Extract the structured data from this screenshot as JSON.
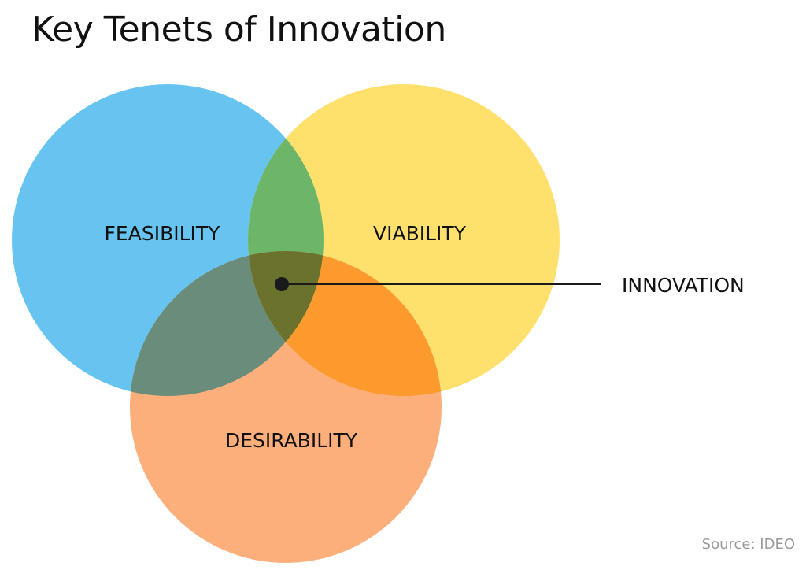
{
  "title": "Key Tenets of Innovation",
  "source": "Source: IDEO",
  "sets": {
    "feasibility": {
      "label": "FEASIBILITY",
      "color": "#67C4F0"
    },
    "viability": {
      "label": "VIABILITY",
      "color": "#FDE16C"
    },
    "desirability": {
      "label": "DESIRABILITY",
      "color": "#FCAF7B"
    }
  },
  "overlap_colors": {
    "feasibility_viability": "#6CB569",
    "feasibility_desirability": "#6A8C7A",
    "viability_desirability": "#FD9A2E",
    "all_three": "#6A722E"
  },
  "intersection": {
    "label": "INNOVATION",
    "marker_color": "#1a1a1a"
  }
}
